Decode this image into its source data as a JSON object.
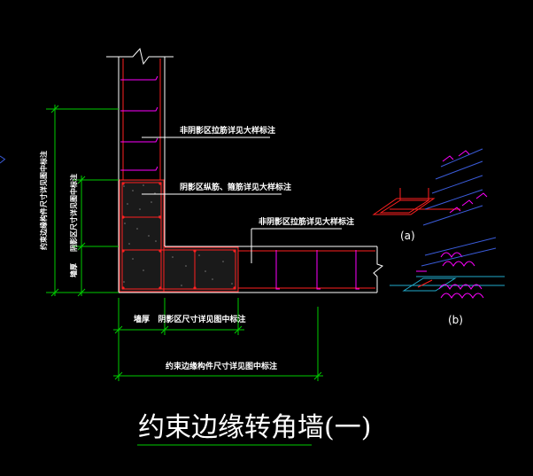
{
  "colors": {
    "background": "#000000",
    "wall": "#ffffff",
    "rebar": "#ff2020",
    "tie": "#ff00ff",
    "dimension": "#00cc00",
    "leader": "#ffffff",
    "iso_blue": "#3a5bd9",
    "iso_cyan": "#22aacc"
  },
  "diagram": {
    "title": "约束边缘转角墙(一)",
    "notes": {
      "upper_nonshaded": "非阴影区拉筋详见大样标注",
      "shaded": "阴影区纵筋、箍筋详见大样标注",
      "right_nonshaded": "非阴影区拉筋详见大样标注"
    },
    "dimensions": {
      "left_outer": "约束边缘构件尺寸详见图中标注",
      "left_inner": "阴影区尺寸详见图中标注",
      "left_wall": "墙厚",
      "bottom_wall": "墙厚",
      "bottom_shaded": "阴影区尺寸详见图中标注",
      "bottom_outer": "约束边缘构件尺寸详见图中标注"
    },
    "details": {
      "a_label": "(a)",
      "b_label": "(b)"
    }
  }
}
